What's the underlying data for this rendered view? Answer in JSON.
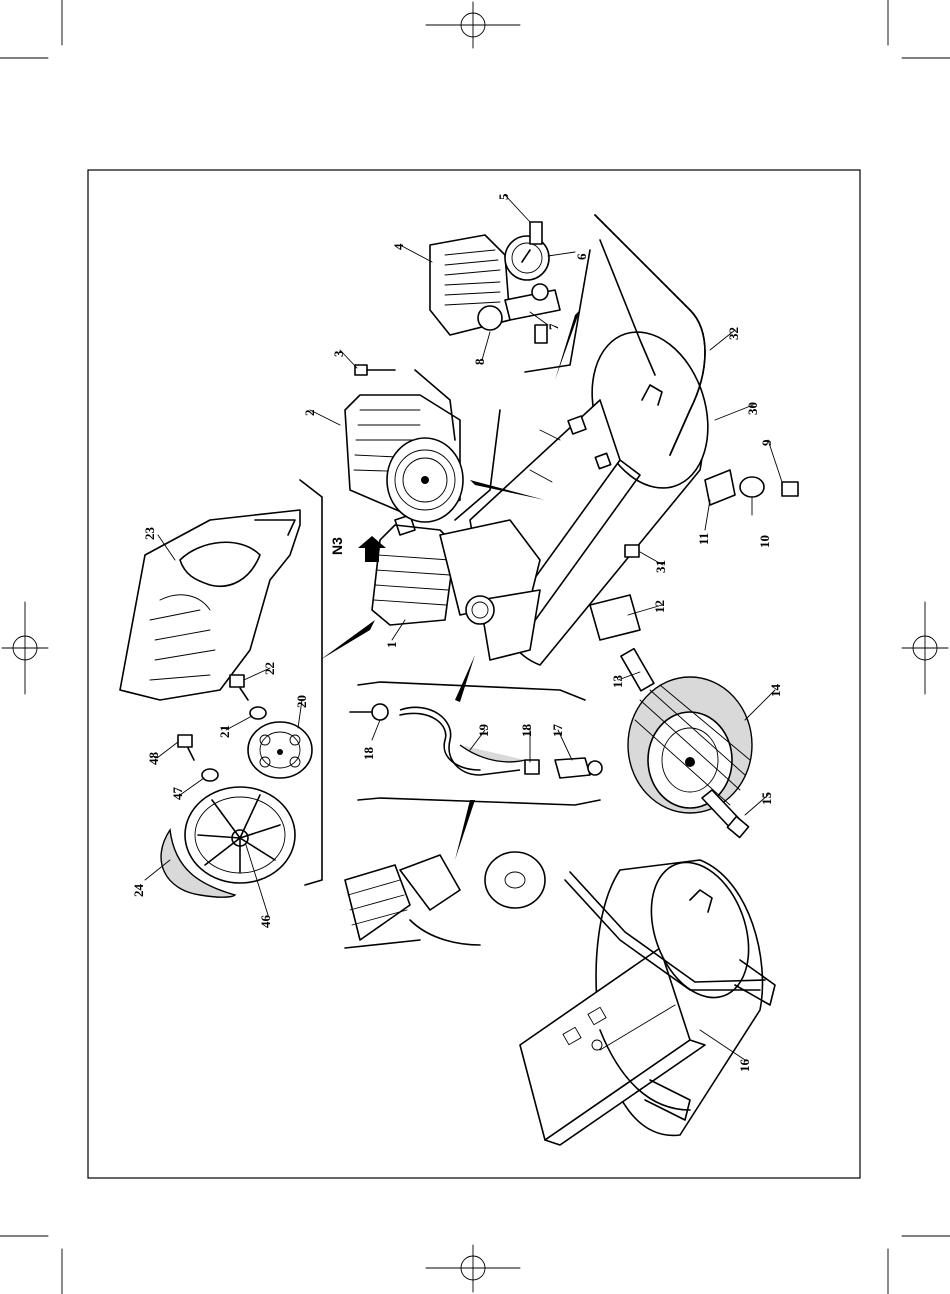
{
  "diagram": {
    "direction_marker": "N3",
    "callouts": {
      "c1": "1",
      "c2": "2",
      "c3": "3",
      "c4": "4",
      "c5": "5",
      "c6": "6",
      "c7": "7",
      "c8": "8",
      "c9": "9",
      "c10": "10",
      "c11": "11",
      "c12": "12",
      "c13": "13",
      "c14": "14",
      "c15": "15",
      "c16": "16",
      "c17": "17",
      "c18a": "18",
      "c18b": "18",
      "c19": "19",
      "c20": "20",
      "c21": "21",
      "c22": "22",
      "c23": "23",
      "c24": "24",
      "c30": "30",
      "c31": "31",
      "c32": "32",
      "c46": "46",
      "c47": "47",
      "c48": "48"
    }
  },
  "icons": {
    "registration_mark": "crosshair-circle-icon",
    "direction_arrow": "arrow-up-icon"
  }
}
